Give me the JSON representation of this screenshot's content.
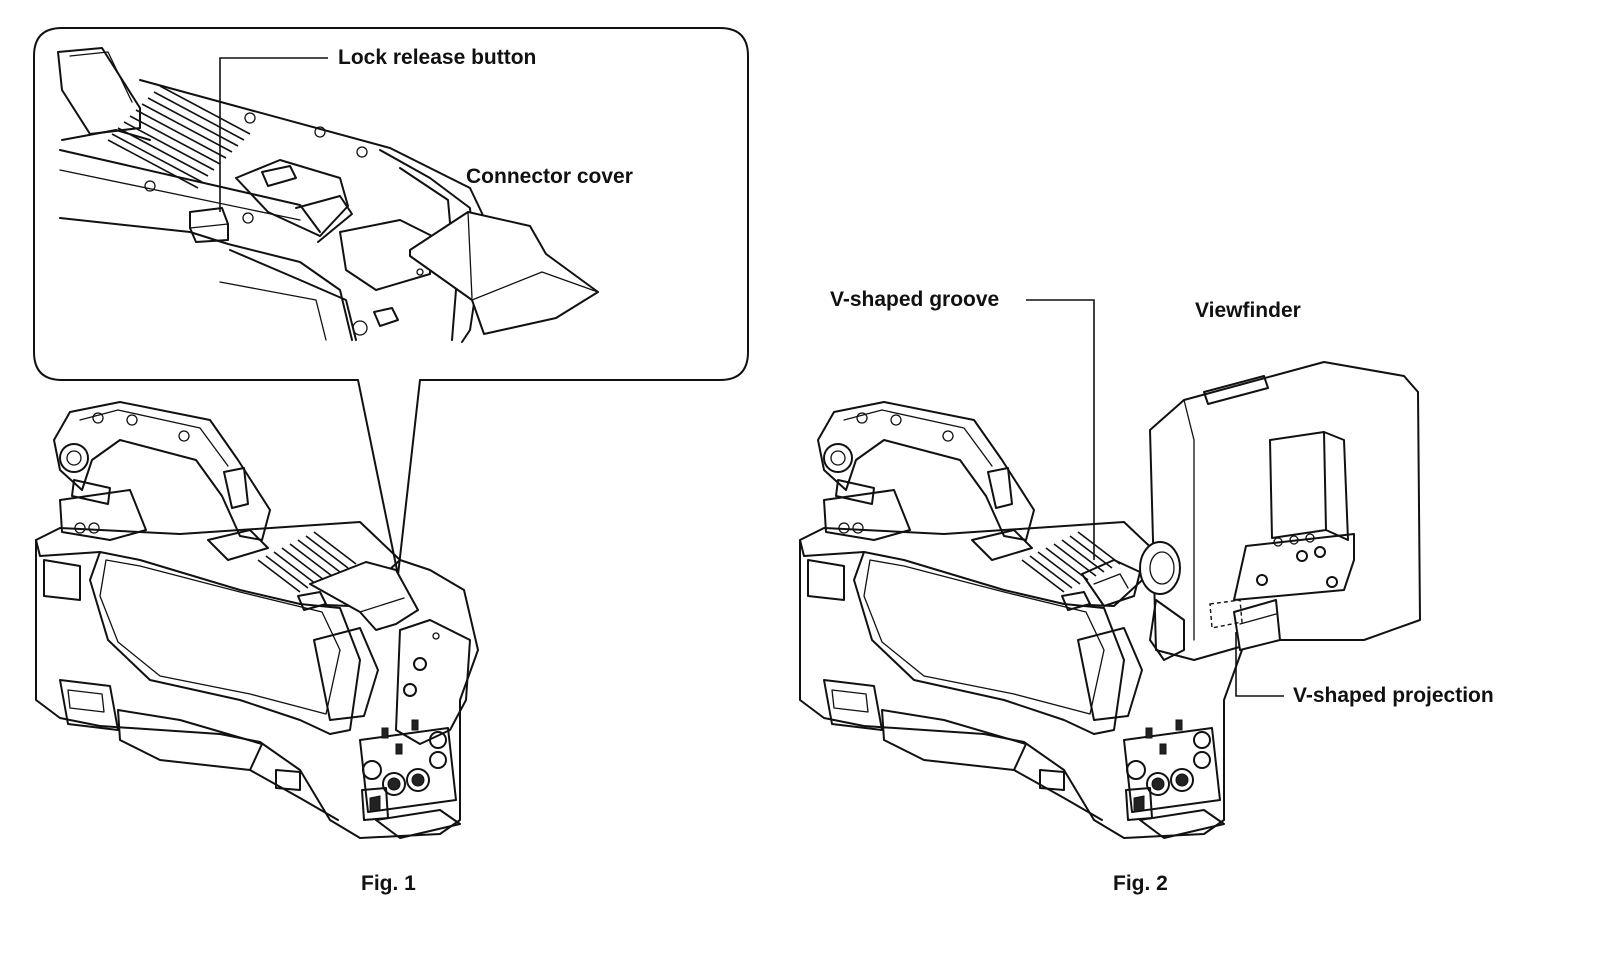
{
  "figures": [
    {
      "caption": "Fig. 1",
      "callouts": {
        "lock_release_button": "Lock release button",
        "connector_cover": "Connector cover"
      }
    },
    {
      "caption": "Fig. 2",
      "callouts": {
        "v_shaped_groove": "V-shaped groove",
        "viewfinder": "Viewfinder",
        "v_shaped_projection": "V-shaped projection"
      }
    }
  ]
}
